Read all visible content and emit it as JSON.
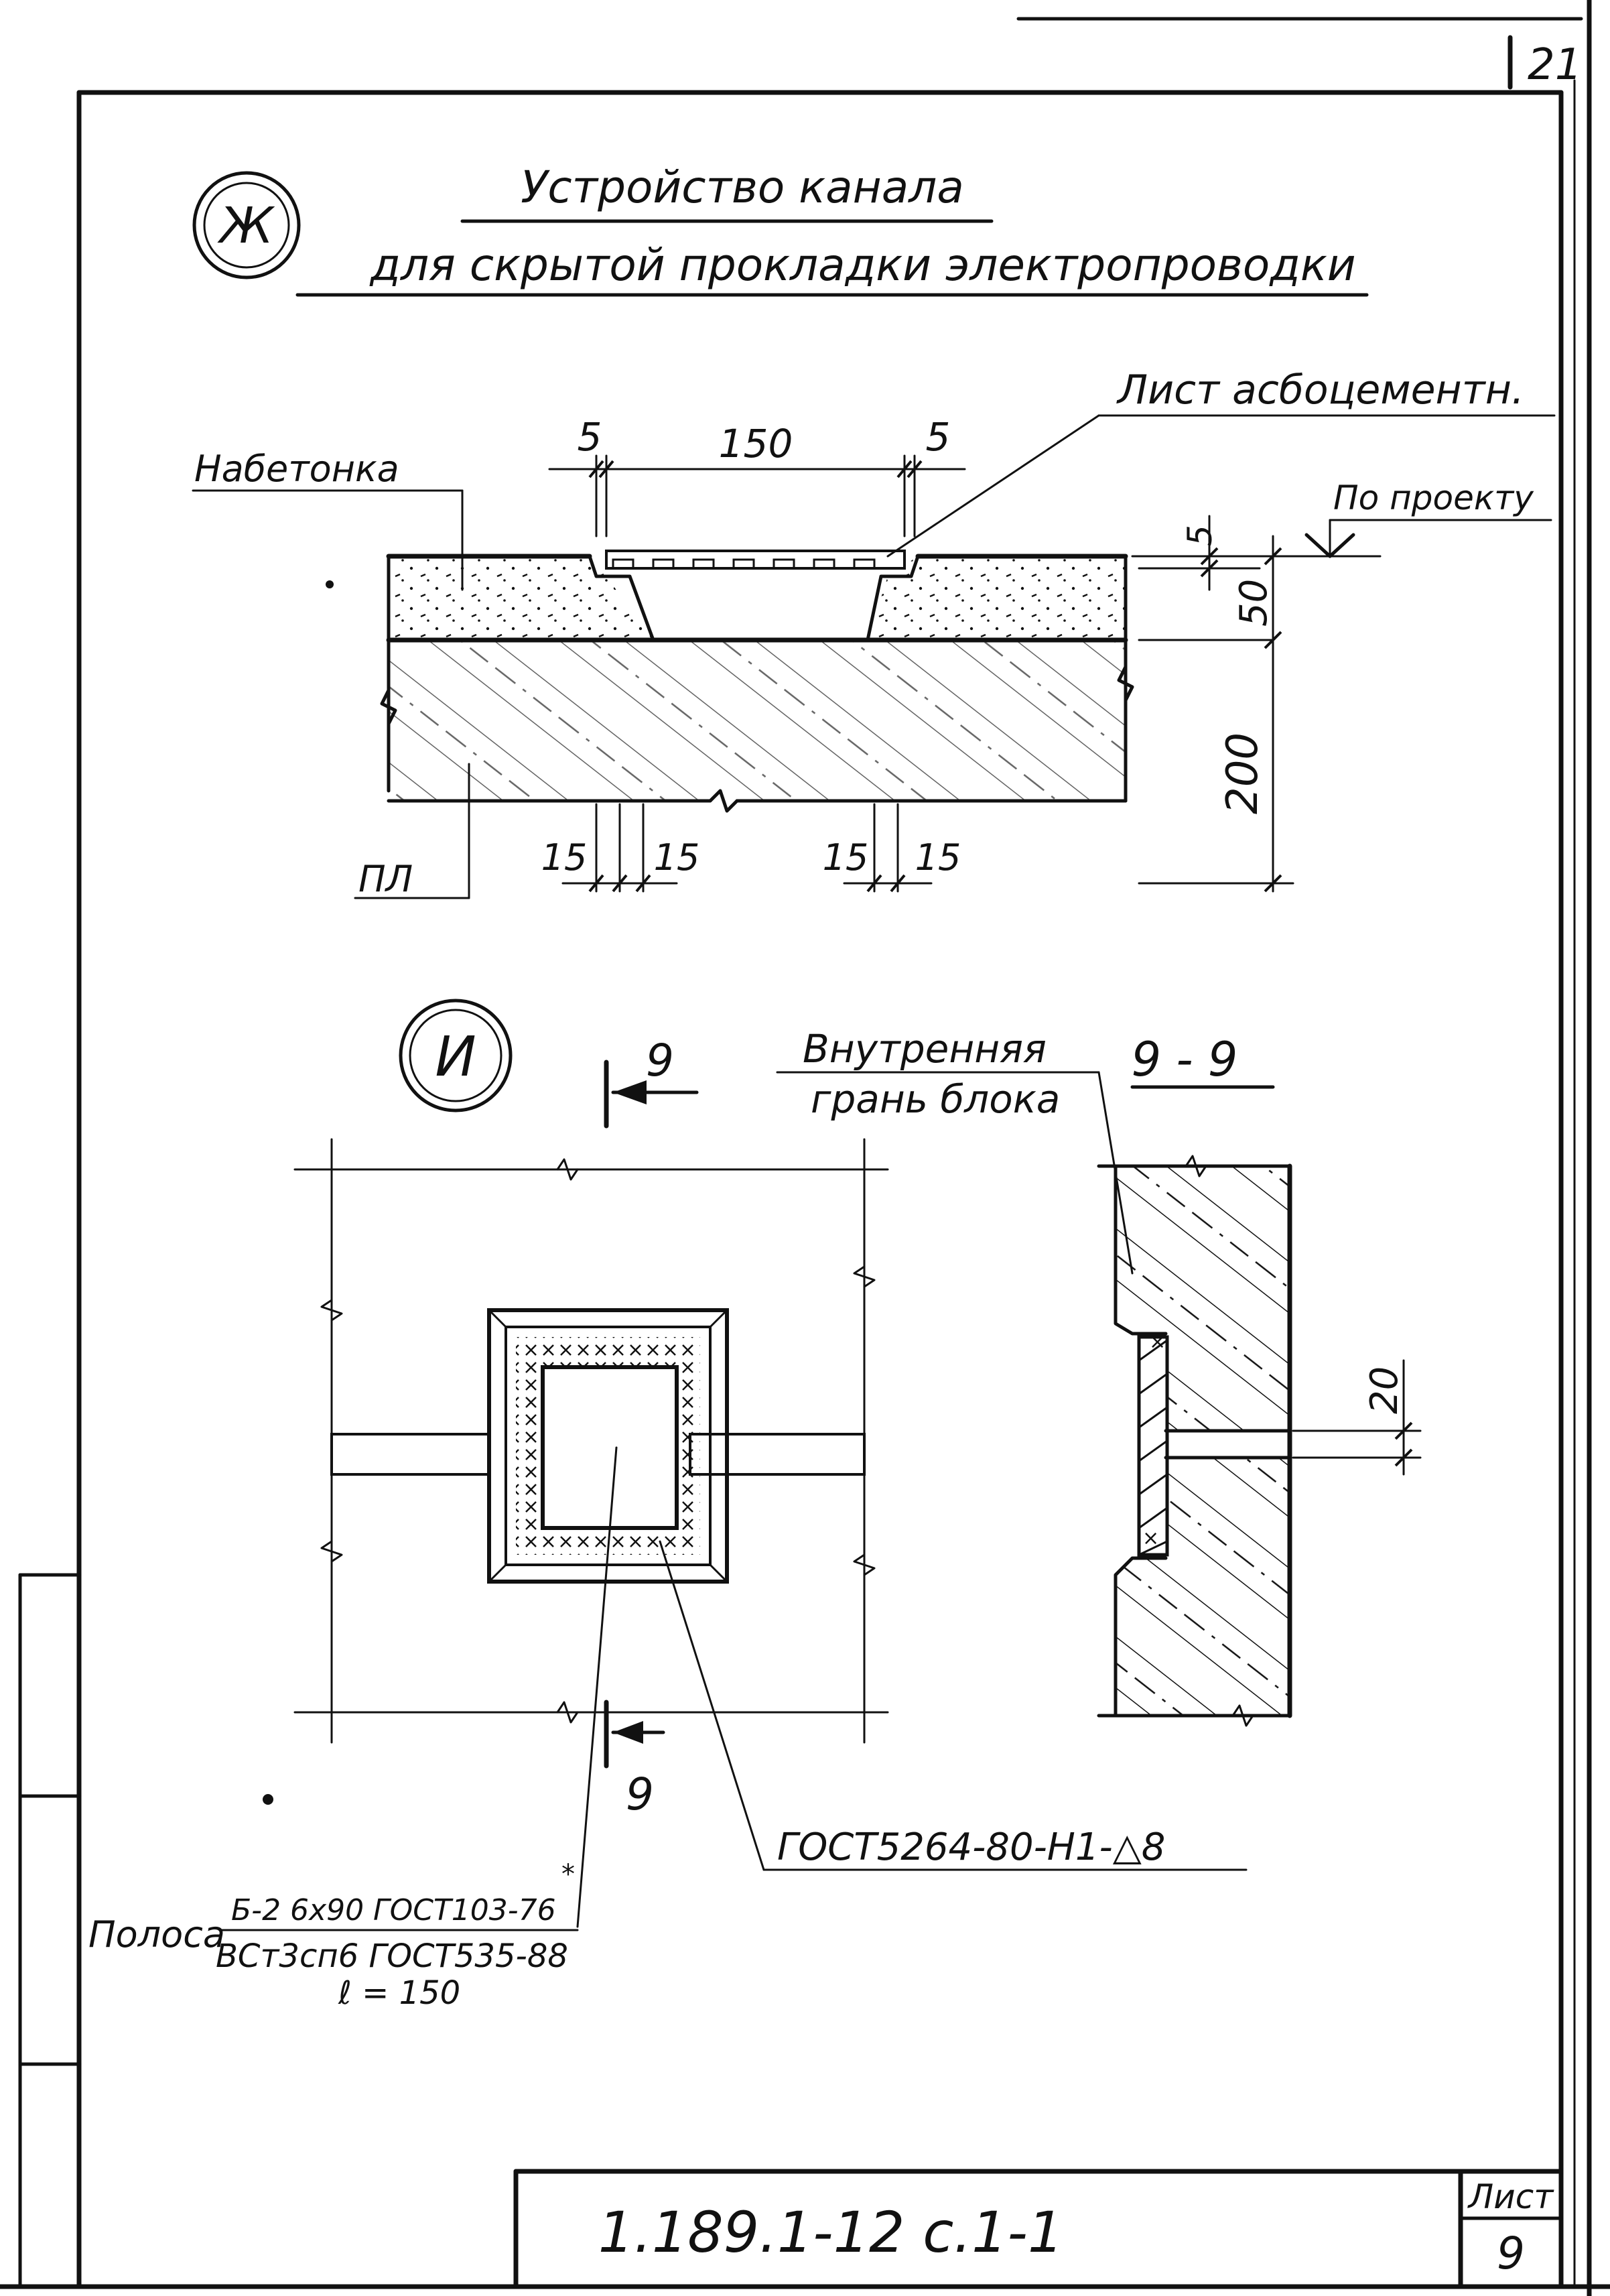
{
  "corner_number": "21",
  "callout_zh": {
    "marker": "Ж",
    "title_line1": "Устройство канала",
    "title_line2": "для скрытой прокладки электропроводки",
    "labels": {
      "asbestos_sheet": "Лист асбоцементн.",
      "topping": "Набетонка",
      "per_project": "По проекту",
      "slab": "ПЛ"
    },
    "dimensions": {
      "gap_left": "5",
      "channel_width": "150",
      "gap_right": "5",
      "sheet_thickness": "5",
      "topping_thickness": "50",
      "slab_thickness": "200",
      "bevel_a": "15",
      "bevel_b": "15",
      "bevel_c": "15",
      "bevel_d": "15"
    }
  },
  "callout_i": {
    "marker": "И",
    "section_mark": "9",
    "section_title": "9 - 9",
    "inner_face_line1": "Внутренняя",
    "inner_face_line2": "грань блока",
    "dim_gap": "20",
    "weld_note": "ГОСТ5264-80-Н1-△8",
    "strip_label": "Полоса",
    "strip_line1": "Б-2 6х90 ГОСТ103-76",
    "strip_asterisk": "*",
    "strip_line2": "ВСт3сп6 ГОСТ535-88",
    "strip_line3": "ℓ = 150"
  },
  "title_block": {
    "document_code": "1.189.1-12 с.1-1",
    "sheet_label": "Лист",
    "sheet_number": "9"
  }
}
